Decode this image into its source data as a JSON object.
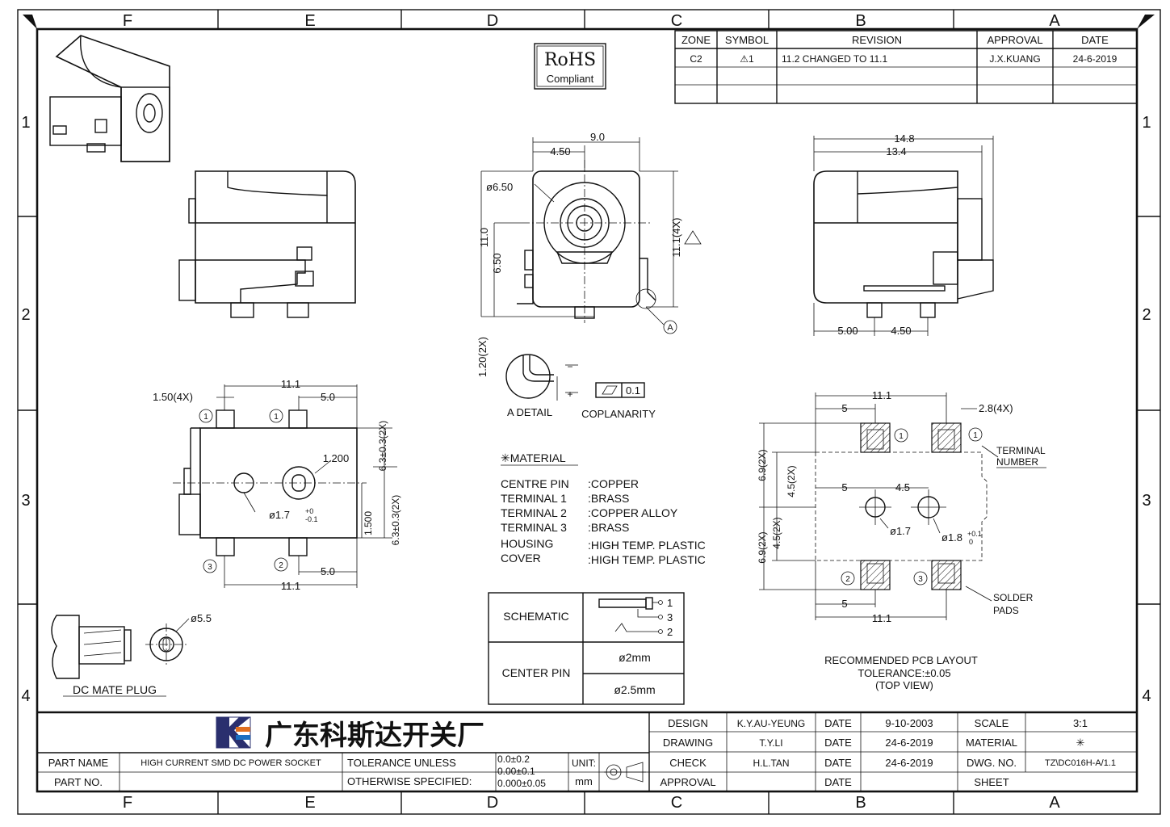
{
  "zones_top": [
    "F",
    "E",
    "D",
    "C",
    "B",
    "A"
  ],
  "zones_side": [
    "1",
    "2",
    "3",
    "4"
  ],
  "revision_table": {
    "headers": [
      "ZONE",
      "SYMBOL",
      "REVISION",
      "APPROVAL",
      "DATE"
    ],
    "rows": [
      [
        "C2",
        "⚠1",
        "11.2 CHANGED TO 11.1",
        "J.X.KUANG",
        "24-6-2019"
      ]
    ]
  },
  "rohs": {
    "title": "RoHS",
    "sub": "Compliant"
  },
  "front_view": {
    "dim_9": "9.0",
    "dim_450": "4.50",
    "dim_phi650": "ø6.50",
    "dim_110": "11.0",
    "dim_650": "6.50",
    "dim_111_4x": "11.1(4X)",
    "dim_120_2x": "1.20(2X)",
    "detail_ref": "A"
  },
  "right_view": {
    "dim_148": "14.8",
    "dim_134": "13.4",
    "dim_500": "5.00",
    "dim_450": "4.50"
  },
  "detail": {
    "label": "A DETAIL",
    "coplanarity": "COPLANARITY",
    "tol": "0.1"
  },
  "bottom_view": {
    "dim_150_4x": "1.50(4X)",
    "dim_111_top": "11.1",
    "dim_50_top": "5.0",
    "dim_1200": "1.200",
    "dim_phi17": "ø1.7",
    "tol_plus": "+0",
    "tol_minus": "-0.1",
    "dim_63_a": "6.3±0.3(2X)",
    "dim_63_b": "6.3±0.3(2X)",
    "dim_1500": "1.500",
    "dim_50_bot": "5.0",
    "dim_111_bot": "11.1",
    "pin1": "1",
    "pin1b": "1",
    "pin2": "2",
    "pin3": "3"
  },
  "material": {
    "title": "✳MATERIAL",
    "rows": [
      [
        "CENTRE PIN",
        ":COPPER"
      ],
      [
        "TERMINAL 1",
        ":BRASS"
      ],
      [
        "TERMINAL 2",
        ":COPPER ALLOY"
      ],
      [
        "TERMINAL 3",
        ":BRASS"
      ],
      [
        "HOUSING",
        ":HIGH TEMP. PLASTIC"
      ],
      [
        "COVER",
        ":HIGH TEMP. PLASTIC"
      ]
    ]
  },
  "schematic_table": {
    "schematic": "SCHEMATIC",
    "center_pin": "CENTER PIN",
    "pin_a": "ø2mm",
    "pin_b": "ø2.5mm",
    "n1": "1",
    "n3": "3",
    "n2": "2"
  },
  "mate_plug": {
    "label": "DC MATE PLUG",
    "dia": "ø5.5"
  },
  "pcb": {
    "dim_111_top": "11.1",
    "dim_5_top": "5",
    "dim_28_4x": "2.8(4X)",
    "terminal_number": "TERMINAL NUMBER",
    "terminal_1": "TERMINAL",
    "terminal_2": "NUMBER",
    "dim_69_a": "6.9(2X)",
    "dim_45_a": "4.5(2X)",
    "dim_5_mid": "5",
    "dim_45_mid": "4.5",
    "dim_17": "ø1.7",
    "dim_18": "ø1.8",
    "tol18_plus": "+0.1",
    "tol18_minus": "0",
    "dim_69_b": "6.9(2X)",
    "dim_45_b": "4.5(2X)",
    "dim_5_bot": "5",
    "dim_111_bot": "11.1",
    "solder_1": "SOLDER",
    "solder_2": "PADS",
    "caption1": "RECOMMENDED PCB LAYOUT",
    "caption2": "TOLERANCE:±0.05",
    "caption3": "(TOP VIEW)",
    "p1": "1",
    "p1b": "1",
    "p2": "2",
    "p3": "3"
  },
  "title_block": {
    "company": "广东科斯达开关厂",
    "design_label": "DESIGN",
    "design_name": "K.Y.AU-YEUNG",
    "design_date_label": "DATE",
    "design_date": "9-10-2003",
    "drawing_label": "DRAWING",
    "drawing_name": "T.Y.LI",
    "drawing_date_label": "DATE",
    "drawing_date": "24-6-2019",
    "check_label": "CHECK",
    "check_name": "H.L.TAN",
    "check_date_label": "DATE",
    "check_date": "24-6-2019",
    "approval_label": "APPROVAL",
    "approval_date_label": "DATE",
    "scale_label": "SCALE",
    "scale": "3:1",
    "material_label": "MATERIAL",
    "material": "✳",
    "dwg_label": "DWG. NO.",
    "dwg": "TZ\\DC016H-A/1.1",
    "sheet_label": "SHEET",
    "part_name_label": "PART NAME",
    "part_name": "HIGH CURRENT SMD DC POWER SOCKET",
    "part_no_label": "PART NO.",
    "tol1": "TOLERANCE UNLESS",
    "tol2": "OTHERWISE SPECIFIED:",
    "tv1": "0.0±0.2",
    "tv2": "0.00±0.1",
    "tv3": "0.000±0.05",
    "unit_label": "UNIT:",
    "unit": "mm"
  }
}
